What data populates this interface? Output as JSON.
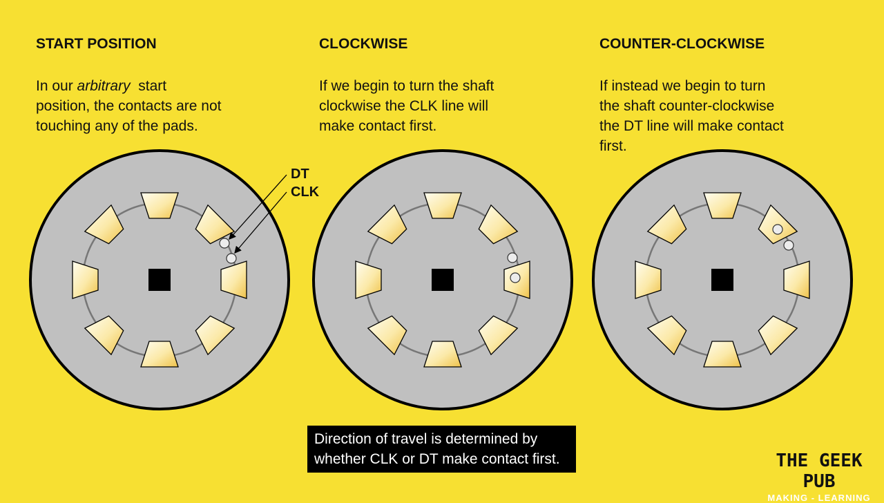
{
  "panels": [
    {
      "heading": "START POSITION",
      "text_parts": [
        "In our ",
        "arbitrary",
        " start position, the contacts are not touching any of the pads."
      ],
      "text_lines": [
        [
          {
            "t": "In our ",
            "i": false
          },
          {
            "t": "arbitrary",
            "i": true
          },
          {
            "t": "  start",
            "i": false
          }
        ],
        [
          {
            "t": "position, the contacts are not",
            "i": false
          }
        ],
        [
          {
            "t": "touching any of the pads.",
            "i": false
          }
        ]
      ]
    },
    {
      "heading": "CLOCKWISE",
      "text_lines": [
        [
          {
            "t": "If we begin to turn the shaft",
            "i": false
          }
        ],
        [
          {
            "t": "clockwise the CLK line will",
            "i": false
          }
        ],
        [
          {
            "t": "make contact first.",
            "i": false
          }
        ]
      ]
    },
    {
      "heading": "COUNTER-CLOCKWISE",
      "text_lines": [
        [
          {
            "t": "If instead we begin to turn",
            "i": false
          }
        ],
        [
          {
            "t": "the shaft counter-clockwise",
            "i": false
          }
        ],
        [
          {
            "t": "the DT line will make contact",
            "i": false
          }
        ],
        [
          {
            "t": "first.",
            "i": false
          }
        ]
      ]
    }
  ],
  "labels": {
    "dt": "DT",
    "clk": "CLK"
  },
  "note": {
    "line1": "Direction of travel is determined by",
    "line2": "whether CLK or DT make contact first."
  },
  "brand": {
    "name": "THE GEEK PUB",
    "tagline": "MAKING - LEARNING"
  },
  "colors": {
    "background": "#f7e032",
    "disc": "#c0c0c0",
    "pad_light": "#fffbe8",
    "pad_dark": "#f0c650",
    "shaft": "#000000"
  }
}
